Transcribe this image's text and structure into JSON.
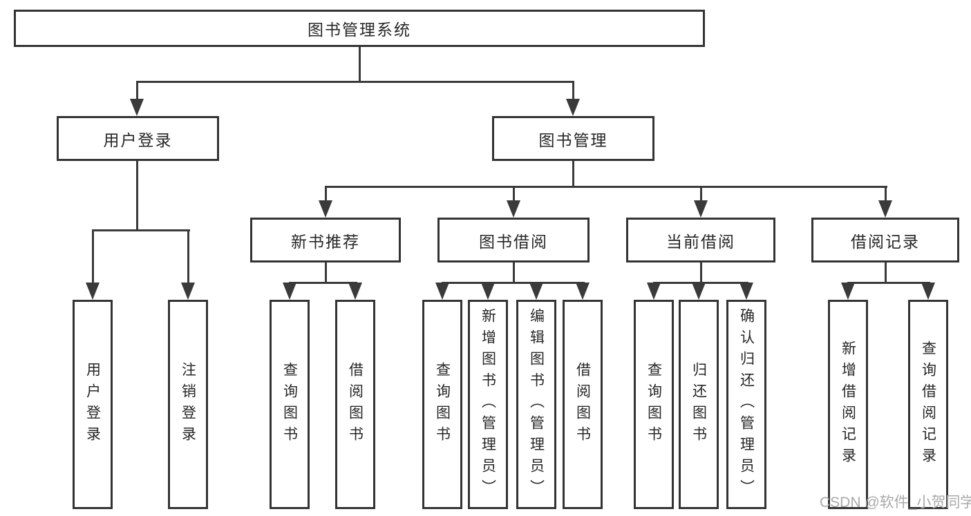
{
  "diagram": {
    "type": "hierarchy-functional-structure",
    "colors": {
      "background": "#ffffff",
      "line": "#3a3a3a",
      "box_border": "#333333",
      "text": "#262626",
      "watermark": "#a9a9a9"
    },
    "tree": {
      "root": {
        "label": "图书管理系统"
      },
      "branches": [
        {
          "label": "用户登录",
          "children": [
            {
              "label": "用户登录"
            },
            {
              "label": "注销登录"
            }
          ]
        },
        {
          "label": "图书管理",
          "children": [
            {
              "label": "新书推荐",
              "children": [
                {
                  "label": "查询图书"
                },
                {
                  "label": "借阅图书"
                }
              ]
            },
            {
              "label": "图书借阅",
              "children": [
                {
                  "label": "查询图书"
                },
                {
                  "label": "新增图书（管理员）"
                },
                {
                  "label": "编辑图书（管理员）"
                },
                {
                  "label": "借阅图书"
                }
              ]
            },
            {
              "label": "当前借阅",
              "children": [
                {
                  "label": "查询图书"
                },
                {
                  "label": "归还图书"
                },
                {
                  "label": "确认归还（管理员）"
                }
              ]
            },
            {
              "label": "借阅记录",
              "children": [
                {
                  "label": "新增借阅记录"
                },
                {
                  "label": "查询借阅记录"
                }
              ]
            }
          ]
        }
      ]
    }
  },
  "watermark": {
    "text": "CSDN @软件_小贺同学"
  }
}
